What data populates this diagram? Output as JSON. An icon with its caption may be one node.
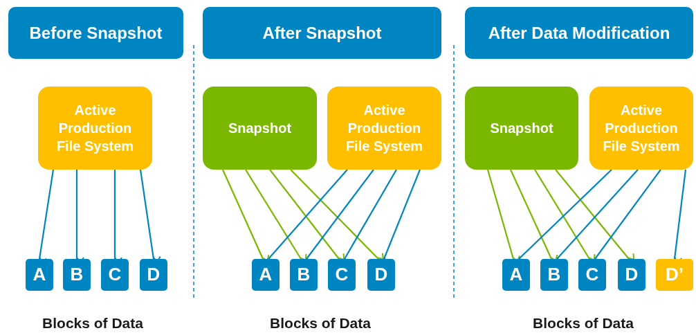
{
  "diagram": {
    "nodes": [
      {
        "text": [
          "Before Snapshot"
        ]
      },
      {
        "text": [
          "After Snapshot"
        ]
      },
      {
        "text": [
          "After Data Modification"
        ]
      },
      {
        "text": [
          "Active Production File System"
        ]
      },
      {
        "text": [
          "Snapshot"
        ]
      },
      {
        "text": [
          "Active Production File System"
        ]
      },
      {
        "text": [
          "Snapshot"
        ]
      },
      {
        "text": [
          "Active Production File System"
        ]
      },
      {
        "text": [
          "A"
        ]
      },
      {
        "text": [
          "B"
        ]
      },
      {
        "text": [
          "C"
        ]
      },
      {
        "text": [
          "D"
        ]
      },
      {
        "text": [
          "A"
        ]
      },
      {
        "text": [
          "B"
        ]
      },
      {
        "text": [
          "C"
        ]
      },
      {
        "text": [
          "D"
        ]
      },
      {
        "text": [
          "A"
        ]
      },
      {
        "text": [
          "B"
        ]
      },
      {
        "text": [
          "C"
        ]
      },
      {
        "text": [
          "D"
        ]
      },
      {
        "text": [
          "D’"
        ]
      }
    ],
    "edges": [
      {
        "from": 3,
        "to": 8,
        "arrow": "to"
      },
      {
        "from": 3,
        "to": 9,
        "arrow": "to"
      },
      {
        "from": 3,
        "to": 10,
        "arrow": "to"
      },
      {
        "from": 3,
        "to": 11,
        "arrow": "to"
      },
      {
        "from": 4,
        "to": 12,
        "arrow": "to",
        "color": "#7ab800"
      },
      {
        "from": 4,
        "to": 13,
        "arrow": "to",
        "color": "#7ab800"
      },
      {
        "from": 4,
        "to": 14,
        "arrow": "to",
        "color": "#7ab800"
      },
      {
        "from": 4,
        "to": 15,
        "arrow": "to",
        "color": "#7ab800"
      },
      {
        "from": 5,
        "to": 12,
        "arrow": "to"
      },
      {
        "from": 5,
        "to": 13,
        "arrow": "to"
      },
      {
        "from": 5,
        "to": 14,
        "arrow": "to"
      },
      {
        "from": 5,
        "to": 15,
        "arrow": "to"
      },
      {
        "from": 6,
        "to": 16,
        "arrow": "to",
        "color": "#7ab800"
      },
      {
        "from": 6,
        "to": 17,
        "arrow": "to",
        "color": "#7ab800"
      },
      {
        "from": 6,
        "to": 18,
        "arrow": "to",
        "color": "#7ab800"
      },
      {
        "from": 6,
        "to": 19,
        "arrow": "to",
        "color": "#7ab800"
      },
      {
        "from": 7,
        "to": 16,
        "arrow": "to"
      },
      {
        "from": 7,
        "to": 17,
        "arrow": "to"
      },
      {
        "from": 7,
        "to": 18,
        "arrow": "to"
      },
      {
        "from": 7,
        "to": 20,
        "arrow": "to"
      }
    ],
    "labels": [
      "Blocks of Data",
      "Blocks of Data",
      "Blocks of Data"
    ]
  }
}
